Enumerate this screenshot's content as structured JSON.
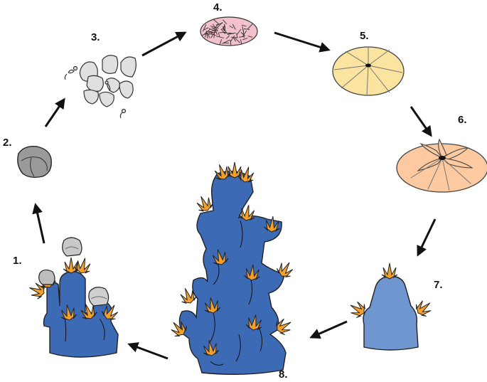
{
  "diagram": {
    "stages": [
      {
        "label": "1."
      },
      {
        "label": "2."
      },
      {
        "label": "3."
      },
      {
        "label": "4."
      },
      {
        "label": "5."
      },
      {
        "label": "6."
      },
      {
        "label": "7."
      },
      {
        "label": "8."
      }
    ],
    "colors": {
      "coral_dark": "#3d6ab5",
      "coral_light": "#7096cf",
      "polyp": "#f4a02b",
      "egg_gray": "#d3d3d3",
      "larva_pink": "#f3c1cc",
      "disc_yellow": "#fbe3a0",
      "disc_peach": "#fcc9a0",
      "arrow": "#111111"
    }
  }
}
